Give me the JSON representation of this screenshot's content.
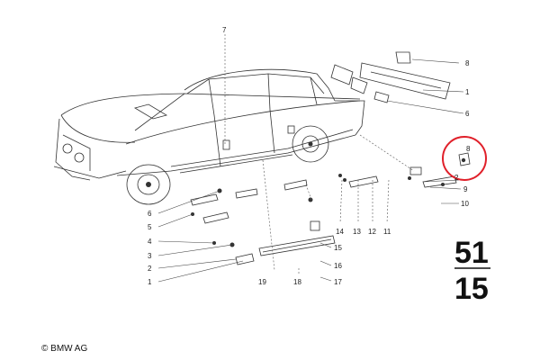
{
  "callouts": {
    "c7": "7",
    "c8_top": "8",
    "c1": "1",
    "c6_right": "6",
    "c8_circled": "8",
    "c2_right": "2",
    "c9": "9",
    "c10": "10",
    "c6_left": "6",
    "c5": "5",
    "c4": "4",
    "c3": "3",
    "c2_left": "2",
    "c1_left": "1",
    "c14": "14",
    "c13": "13",
    "c12": "12",
    "c11": "11",
    "c15": "15",
    "c16": "16",
    "c17": "17",
    "c18": "18",
    "c19": "19"
  },
  "group_code": {
    "top": "51",
    "bottom": "15"
  },
  "copyright": "© BMW AG",
  "highlight_color": "#e0202a"
}
